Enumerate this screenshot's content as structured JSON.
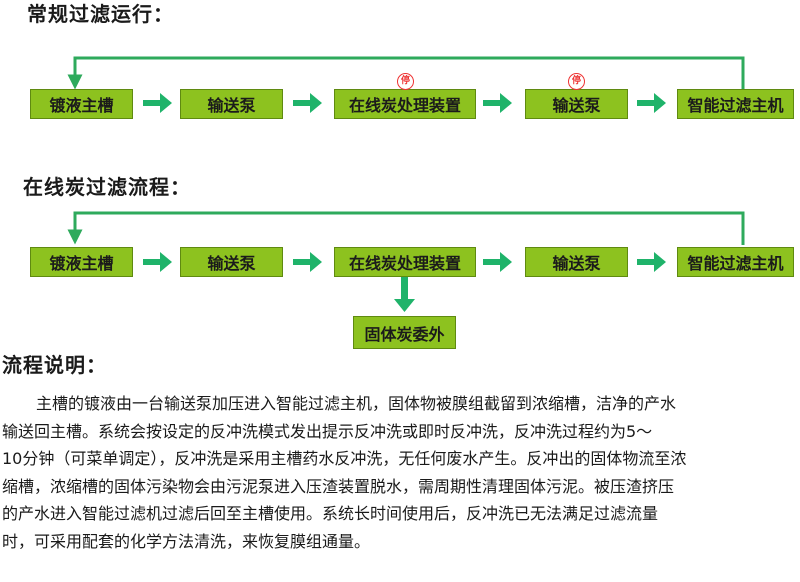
{
  "flow1": {
    "title": "常规过滤运行：",
    "boxes": [
      "镀液主槽",
      "输送泵",
      "在线炭处理装置",
      "输送泵",
      "智能过滤主机"
    ],
    "stop_badge": "停"
  },
  "flow2": {
    "title": "在线炭过滤流程：",
    "boxes": [
      "镀液主槽",
      "输送泵",
      "在线炭处理装置",
      "输送泵",
      "智能过滤主机"
    ],
    "output_box": "固体炭委外"
  },
  "description": {
    "title": "流程说明：",
    "lines": [
      "主槽的镀液由一台输送泵加压进入智能过滤主机，固体物被膜组截留到浓缩槽，洁净的产水",
      "输送回主槽。系统会按设定的反冲洗模式发出提示反冲洗或即时反冲洗，反冲洗过程约为5～",
      "10分钟（可菜单调定），反冲洗是采用主槽药水反冲洗，无任何废水产生。反冲出的固体物流至浓",
      "缩槽，浓缩槽的固体污染物会由污泥泵进入压渣装置脱水，需周期性清理固体污泥。被压渣挤压",
      "的产水进入智能过滤机过滤后回至主槽使用。系统长时间使用后，反冲洗已无法满足过滤流量",
      "时，可采用配套的化学方法清洗，来恢复膜组通量。"
    ]
  },
  "colors": {
    "box_fill": "#8dc21f",
    "box_border": "#5f8a10",
    "arrow": "#1fb36a",
    "return_line": "#2eaa5c",
    "stop_badge": "#e33333"
  }
}
